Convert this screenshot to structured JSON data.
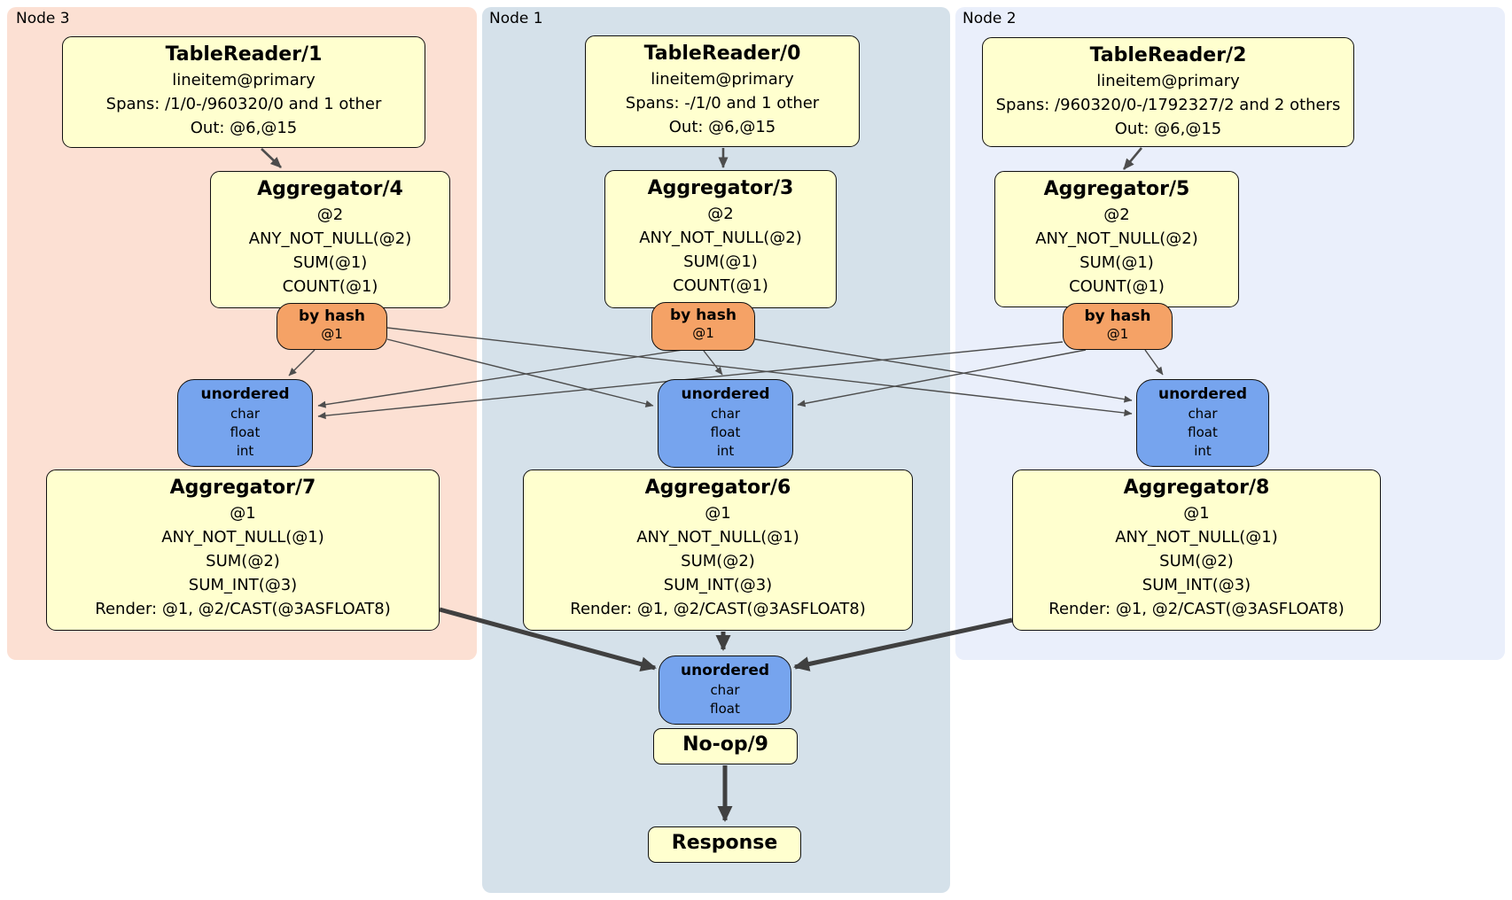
{
  "diagram": {
    "nodes": [
      {
        "label": "Node 3",
        "table_reader": {
          "title": "TableReader/1",
          "lines": [
            "lineitem@primary",
            "Spans: /1/0-/960320/0 and 1 other",
            "Out: @6,@15"
          ]
        },
        "aggregator_stage1": {
          "title": "Aggregator/4",
          "lines": [
            "@2",
            "ANY_NOT_NULL(@2)",
            "SUM(@1)",
            "COUNT(@1)"
          ]
        },
        "router": {
          "title": "by hash",
          "key": "@1"
        },
        "sync": {
          "title": "unordered",
          "streams": [
            "char",
            "float",
            "int"
          ]
        },
        "aggregator_stage2": {
          "title": "Aggregator/7",
          "lines": [
            "@1",
            "ANY_NOT_NULL(@1)",
            "SUM(@2)",
            "SUM_INT(@3)",
            "Render: @1, @2/CAST(@3ASFLOAT8)"
          ]
        }
      },
      {
        "label": "Node 1",
        "table_reader": {
          "title": "TableReader/0",
          "lines": [
            "lineitem@primary",
            "Spans: -/1/0 and 1 other",
            "Out: @6,@15"
          ]
        },
        "aggregator_stage1": {
          "title": "Aggregator/3",
          "lines": [
            "@2",
            "ANY_NOT_NULL(@2)",
            "SUM(@1)",
            "COUNT(@1)"
          ]
        },
        "router": {
          "title": "by hash",
          "key": "@1"
        },
        "sync": {
          "title": "unordered",
          "streams": [
            "char",
            "float",
            "int"
          ]
        },
        "aggregator_stage2": {
          "title": "Aggregator/6",
          "lines": [
            "@1",
            "ANY_NOT_NULL(@1)",
            "SUM(@2)",
            "SUM_INT(@3)",
            "Render: @1, @2/CAST(@3ASFLOAT8)"
          ]
        }
      },
      {
        "label": "Node 2",
        "table_reader": {
          "title": "TableReader/2",
          "lines": [
            "lineitem@primary",
            "Spans: /960320/0-/1792327/2 and 2 others",
            "Out: @6,@15"
          ]
        },
        "aggregator_stage1": {
          "title": "Aggregator/5",
          "lines": [
            "@2",
            "ANY_NOT_NULL(@2)",
            "SUM(@1)",
            "COUNT(@1)"
          ]
        },
        "router": {
          "title": "by hash",
          "key": "@1"
        },
        "sync": {
          "title": "unordered",
          "streams": [
            "char",
            "float",
            "int"
          ]
        },
        "aggregator_stage2": {
          "title": "Aggregator/8",
          "lines": [
            "@1",
            "ANY_NOT_NULL(@1)",
            "SUM(@2)",
            "SUM_INT(@3)",
            "Render: @1, @2/CAST(@3ASFLOAT8)"
          ]
        }
      }
    ],
    "final_stage": {
      "sync": {
        "title": "unordered",
        "streams": [
          "char",
          "float"
        ]
      },
      "noop": {
        "title": "No-op/9"
      },
      "response": {
        "title": "Response"
      }
    },
    "colors": {
      "node3_bg": "#fce0d3",
      "node1_bg": "#d5e1ea",
      "node2_bg": "#eaeffb",
      "processor_box": "#ffffcf",
      "router_pill": "#f5a266",
      "sync_box": "#76a4ee",
      "edge": "#4d4d4d"
    }
  }
}
